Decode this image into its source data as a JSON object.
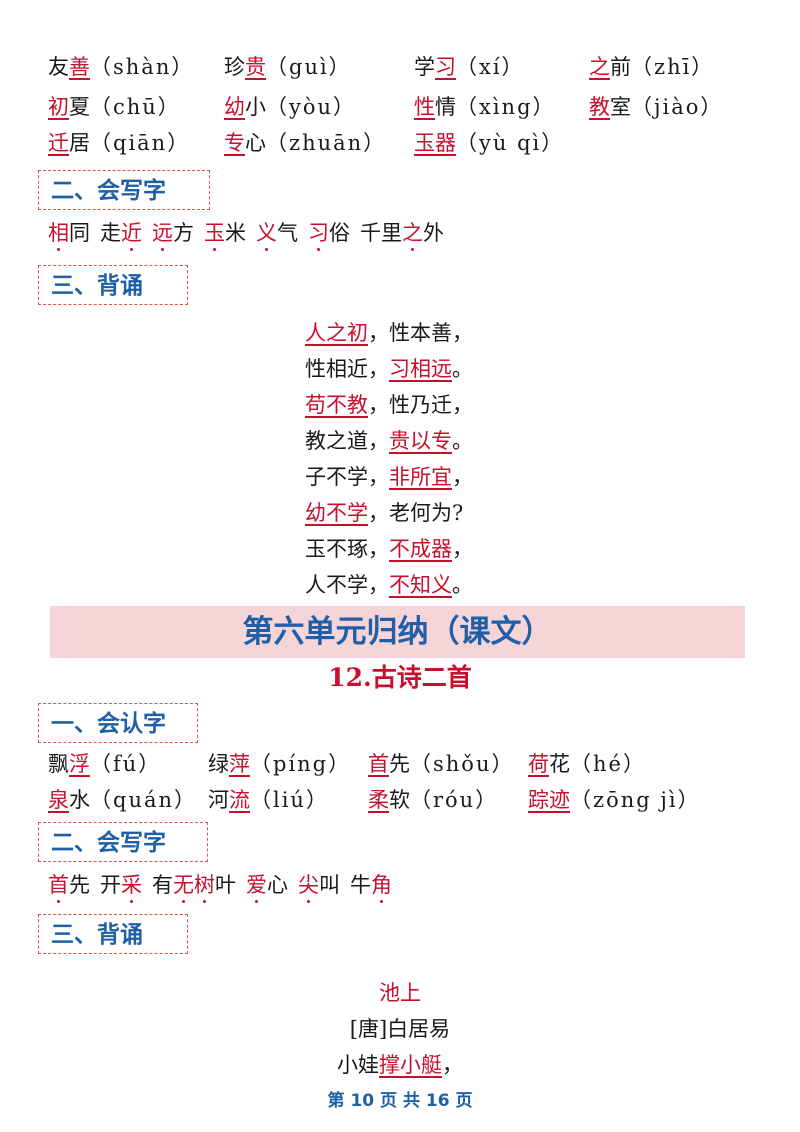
{
  "pinyin_rows_top": [
    [
      {
        "pre": "友",
        "hl": "善",
        "post": "",
        "py": "（shàn）"
      },
      {
        "pre": "珍",
        "hl": "贵",
        "post": "",
        "py": "（guì）"
      },
      {
        "pre": "学",
        "hl": "习",
        "post": "",
        "py": "（xí）"
      },
      {
        "pre": "",
        "hl": "之",
        "post": "前",
        "py": "（zhī）"
      }
    ],
    [
      {
        "pre": "",
        "hl": "初",
        "post": "夏",
        "py": "（chū）"
      },
      {
        "pre": "",
        "hl": "幼",
        "post": "小",
        "py": "（yòu）"
      },
      {
        "pre": "",
        "hl": "性",
        "post": "情",
        "py": "（xìng）"
      },
      {
        "pre": "",
        "hl": "教",
        "post": "室",
        "py": "（jiào）"
      }
    ],
    [
      {
        "pre": "",
        "hl": "迁",
        "post": "居",
        "py": "（qiān）"
      },
      {
        "pre": "",
        "hl": "专",
        "post": "心",
        "py": "（zhuān）"
      },
      {
        "pre": "",
        "hl": "玉器",
        "post": "",
        "py": "（yù qì）"
      }
    ]
  ],
  "head_write_1": "二、会写字",
  "write_words_1": [
    {
      "parts": [
        {
          "t": "相",
          "d": true
        },
        {
          "t": "同",
          "d": false
        }
      ]
    },
    {
      "parts": [
        {
          "t": "走",
          "d": false
        },
        {
          "t": "近",
          "d": true
        }
      ]
    },
    {
      "parts": [
        {
          "t": "远",
          "d": true
        },
        {
          "t": "方",
          "d": false
        }
      ]
    },
    {
      "parts": [
        {
          "t": "玉",
          "d": true
        },
        {
          "t": "米",
          "d": false
        }
      ]
    },
    {
      "parts": [
        {
          "t": "义",
          "d": true
        },
        {
          "t": "气",
          "d": false
        }
      ]
    },
    {
      "parts": [
        {
          "t": "习",
          "d": true
        },
        {
          "t": "俗",
          "d": false
        }
      ]
    },
    {
      "parts": [
        {
          "t": "千里",
          "d": false
        },
        {
          "t": "之",
          "d": true
        },
        {
          "t": "外",
          "d": false
        }
      ]
    }
  ],
  "head_recite_1": "三、背诵",
  "poem_1": [
    {
      "a": "人之初",
      "b": "，性本善，",
      "first": true
    },
    {
      "a": "性相近，",
      "b": "习相远",
      "c": "。",
      "first": false
    },
    {
      "a": "苟不教",
      "b": "，性乃迁，",
      "first": true
    },
    {
      "a": "教之道，",
      "b": "贵以专",
      "c": "。",
      "first": false
    },
    {
      "a": "子不学，",
      "b": "非所宜",
      "c": "，",
      "first": false
    },
    {
      "a": "幼不学",
      "b": "，老何为?",
      "first": true
    },
    {
      "a": "玉不琢，",
      "b": "不成器",
      "c": "，",
      "first": false
    },
    {
      "a": "人不学，",
      "b": "不知义",
      "c": "。",
      "first": false
    }
  ],
  "banner_title": "第六单元归纳（课文）",
  "lesson_title": "12.古诗二首",
  "head_read_2": "一、会认字",
  "pinyin_rows_2": [
    [
      {
        "pre": "飘",
        "hl": "浮",
        "post": "",
        "py": "（fú）"
      },
      {
        "pre": "绿",
        "hl": "萍",
        "post": "",
        "py": "（píng）"
      },
      {
        "pre": "",
        "hl": "首",
        "post": "先",
        "py": "（shǒu）"
      },
      {
        "pre": "",
        "hl": "荷",
        "post": "花",
        "py": "（hé）"
      }
    ],
    [
      {
        "pre": "",
        "hl": "泉",
        "post": "水",
        "py": "（quán）"
      },
      {
        "pre": "河",
        "hl": "流",
        "post": "",
        "py": "（liú）"
      },
      {
        "pre": "",
        "hl": "柔",
        "post": "软",
        "py": "（róu）"
      },
      {
        "pre": "",
        "hl": "踪迹",
        "post": "",
        "py": "（zōng jì）"
      }
    ]
  ],
  "head_write_2": "二、会写字",
  "write_words_2": [
    {
      "parts": [
        {
          "t": "首",
          "d": true
        },
        {
          "t": "先",
          "d": false
        }
      ]
    },
    {
      "parts": [
        {
          "t": "开",
          "d": false
        },
        {
          "t": "采",
          "d": true
        }
      ]
    },
    {
      "parts": [
        {
          "t": "有",
          "d": false
        },
        {
          "t": "无树",
          "d": true
        },
        {
          "t": "叶",
          "d": false
        }
      ]
    },
    {
      "parts": [
        {
          "t": "爱",
          "d": true
        },
        {
          "t": "心",
          "d": false
        }
      ]
    },
    {
      "parts": [
        {
          "t": "尖",
          "d": true
        },
        {
          "t": "叫",
          "d": false
        }
      ]
    },
    {
      "parts": [
        {
          "t": "牛",
          "d": false
        },
        {
          "t": "角",
          "d": true
        }
      ]
    }
  ],
  "head_recite_2": "三、背诵",
  "poem_2_title": "池上",
  "poem_2_author": "[唐]白居易",
  "poem_2_line1_a": "小娃",
  "poem_2_line1_b": "撑小艇",
  "poem_2_line1_c": "，",
  "footer": {
    "pre": "第",
    "page": "10",
    "mid": "页 共",
    "total": "16",
    "post": "页"
  }
}
